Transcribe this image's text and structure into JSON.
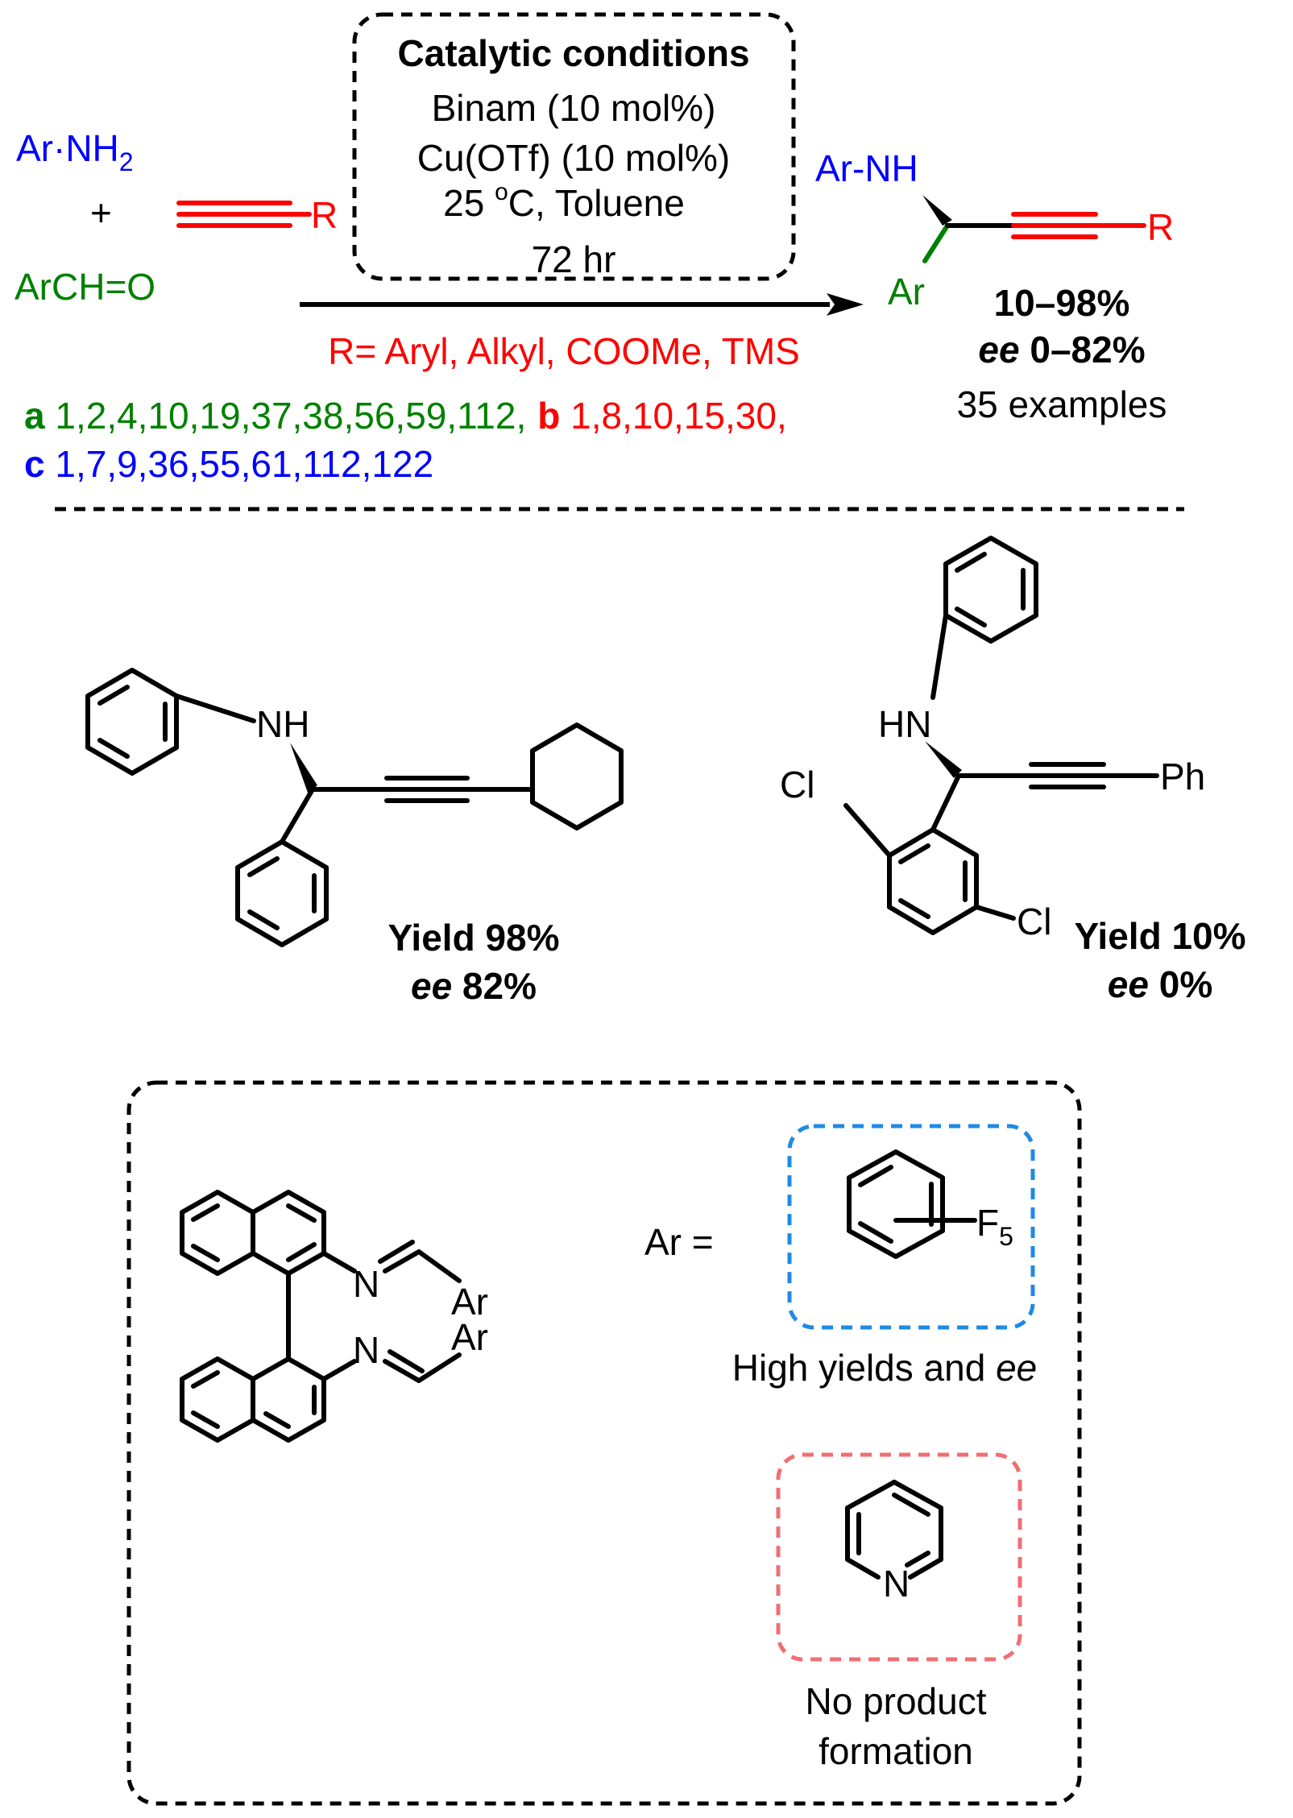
{
  "reaction": {
    "amine": "Ar·NH",
    "amine_sub": "2",
    "plus": "+",
    "aldehyde": "ArCH=O",
    "alkyne_r": "R",
    "conditions": {
      "title": "Catalytic conditions",
      "line1": "Binam (10 mol%)",
      "line2": "Cu(OTf) (10 mol%)",
      "line3_pre": "25 ",
      "line3_sup": "o",
      "line3_post": "C, Toluene",
      "line4": "72 hr"
    },
    "r_groups": "R= Aryl, Alkyl, COOMe, TMS",
    "product": {
      "ar_nh": "Ar-NH",
      "ar": "Ar",
      "r": "R",
      "yield_range": "10–98%",
      "ee_label": "ee",
      "ee_range": " 0–82%",
      "examples": "35 examples"
    },
    "refs": {
      "a_label": "a",
      "a_list": " 1,2,4,10,19,37,38,56,59,112,",
      "b_label": "b",
      "b_list": " 1,8,10,15,30,",
      "c_label": "c",
      "c_list": " 1,7,9,36,55,61,112,122"
    }
  },
  "examples": {
    "left": {
      "nh": "NH",
      "yield": "Yield 98%",
      "ee_label": "ee",
      "ee_value": " 82%"
    },
    "right": {
      "hn": "HN",
      "cl1": "Cl",
      "cl2": "Cl",
      "ph": "Ph",
      "yield": "Yield 10%",
      "ee_label": "ee",
      "ee_value": " 0%"
    }
  },
  "ligand": {
    "n1": "N",
    "ar1": "Ar",
    "n2": "N",
    "ar2": "Ar",
    "ar_eq": "Ar =",
    "f_label": "F",
    "f_sub": "5",
    "good_caption_pre": "High yields and ",
    "good_caption_em": "ee",
    "pyridine_n": "N",
    "bad_caption1": "No product",
    "bad_caption2": "formation"
  },
  "colors": {
    "red": "#ff0000",
    "green": "#008000",
    "blue": "#0000ff",
    "dash_blue": "#1e8ae6",
    "dash_red": "#ef6f73"
  }
}
